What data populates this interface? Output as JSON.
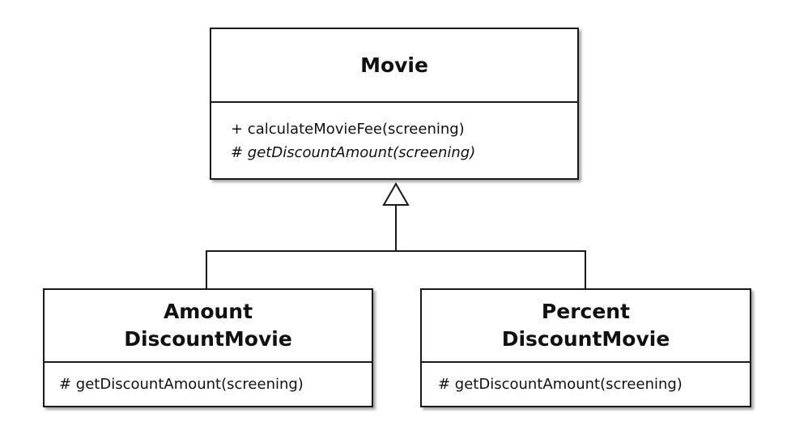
{
  "diagram": {
    "classes": [
      {
        "id": "movie",
        "name_lines": [
          "Movie"
        ],
        "operations": [
          {
            "text": "+ calculateMovieFee(screening)",
            "abstract": false
          },
          {
            "text": "# getDiscountAmount(screening)",
            "abstract": true
          }
        ]
      },
      {
        "id": "amount",
        "name_lines": [
          "Amount",
          "DiscountMovie"
        ],
        "operations": [
          {
            "text": "# getDiscountAmount(screening)",
            "abstract": false
          }
        ]
      },
      {
        "id": "percent",
        "name_lines": [
          "Percent",
          "DiscountMovie"
        ],
        "operations": [
          {
            "text": "# getDiscountAmount(screening)",
            "abstract": false
          }
        ]
      }
    ],
    "relationships": [
      {
        "type": "generalization",
        "from": "amount",
        "to": "movie"
      },
      {
        "type": "generalization",
        "from": "percent",
        "to": "movie"
      }
    ],
    "colors": {
      "line": "#1a1a1a",
      "background": "#ffffff"
    }
  }
}
